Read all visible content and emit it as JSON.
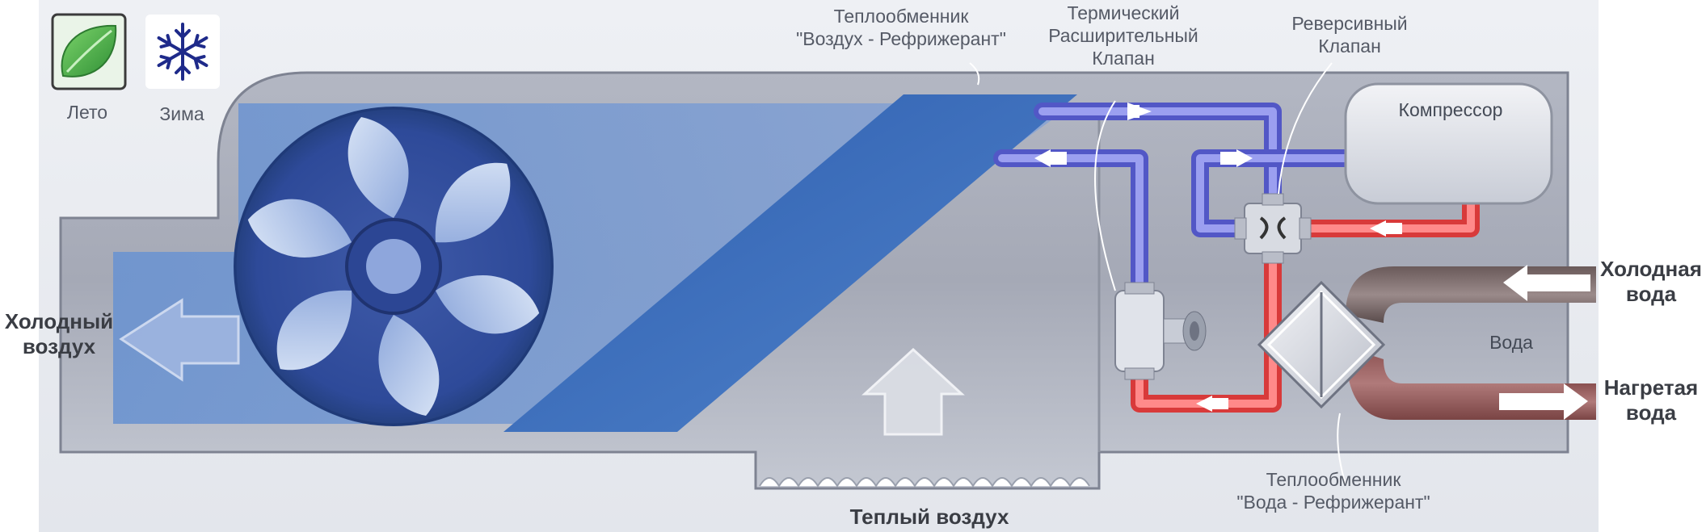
{
  "modes": {
    "summer": {
      "label": "Лето",
      "icon": "leaf-icon",
      "color": "#3aa343"
    },
    "winter": {
      "label": "Зима",
      "icon": "snowflake-icon",
      "color": "#1e2a8a"
    }
  },
  "labels": {
    "air_refrigerant_hx": "Теплообменник\n\"Воздух - Рефрижерант\"",
    "thermal_expansion_valve": "Термический\nРасширительный\nКлапан",
    "reversing_valve": "Реверсивный\nКлапан",
    "compressor": "Компрессор",
    "cold_water": "Холодная\nвода",
    "water": "Вода",
    "heated_water": "Нагретая\nвода",
    "water_refrigerant_hx": "Теплообменник\n\"Вода - Рефрижерант\"",
    "warm_air": "Теплый воздух",
    "cold_air": "Холодный\nвоздух"
  },
  "colors": {
    "cold_pipe": "#6b6fd8",
    "hot_pipe": "#ee5555",
    "coil": "#3c6fb8",
    "housing": "#a6abb8"
  }
}
